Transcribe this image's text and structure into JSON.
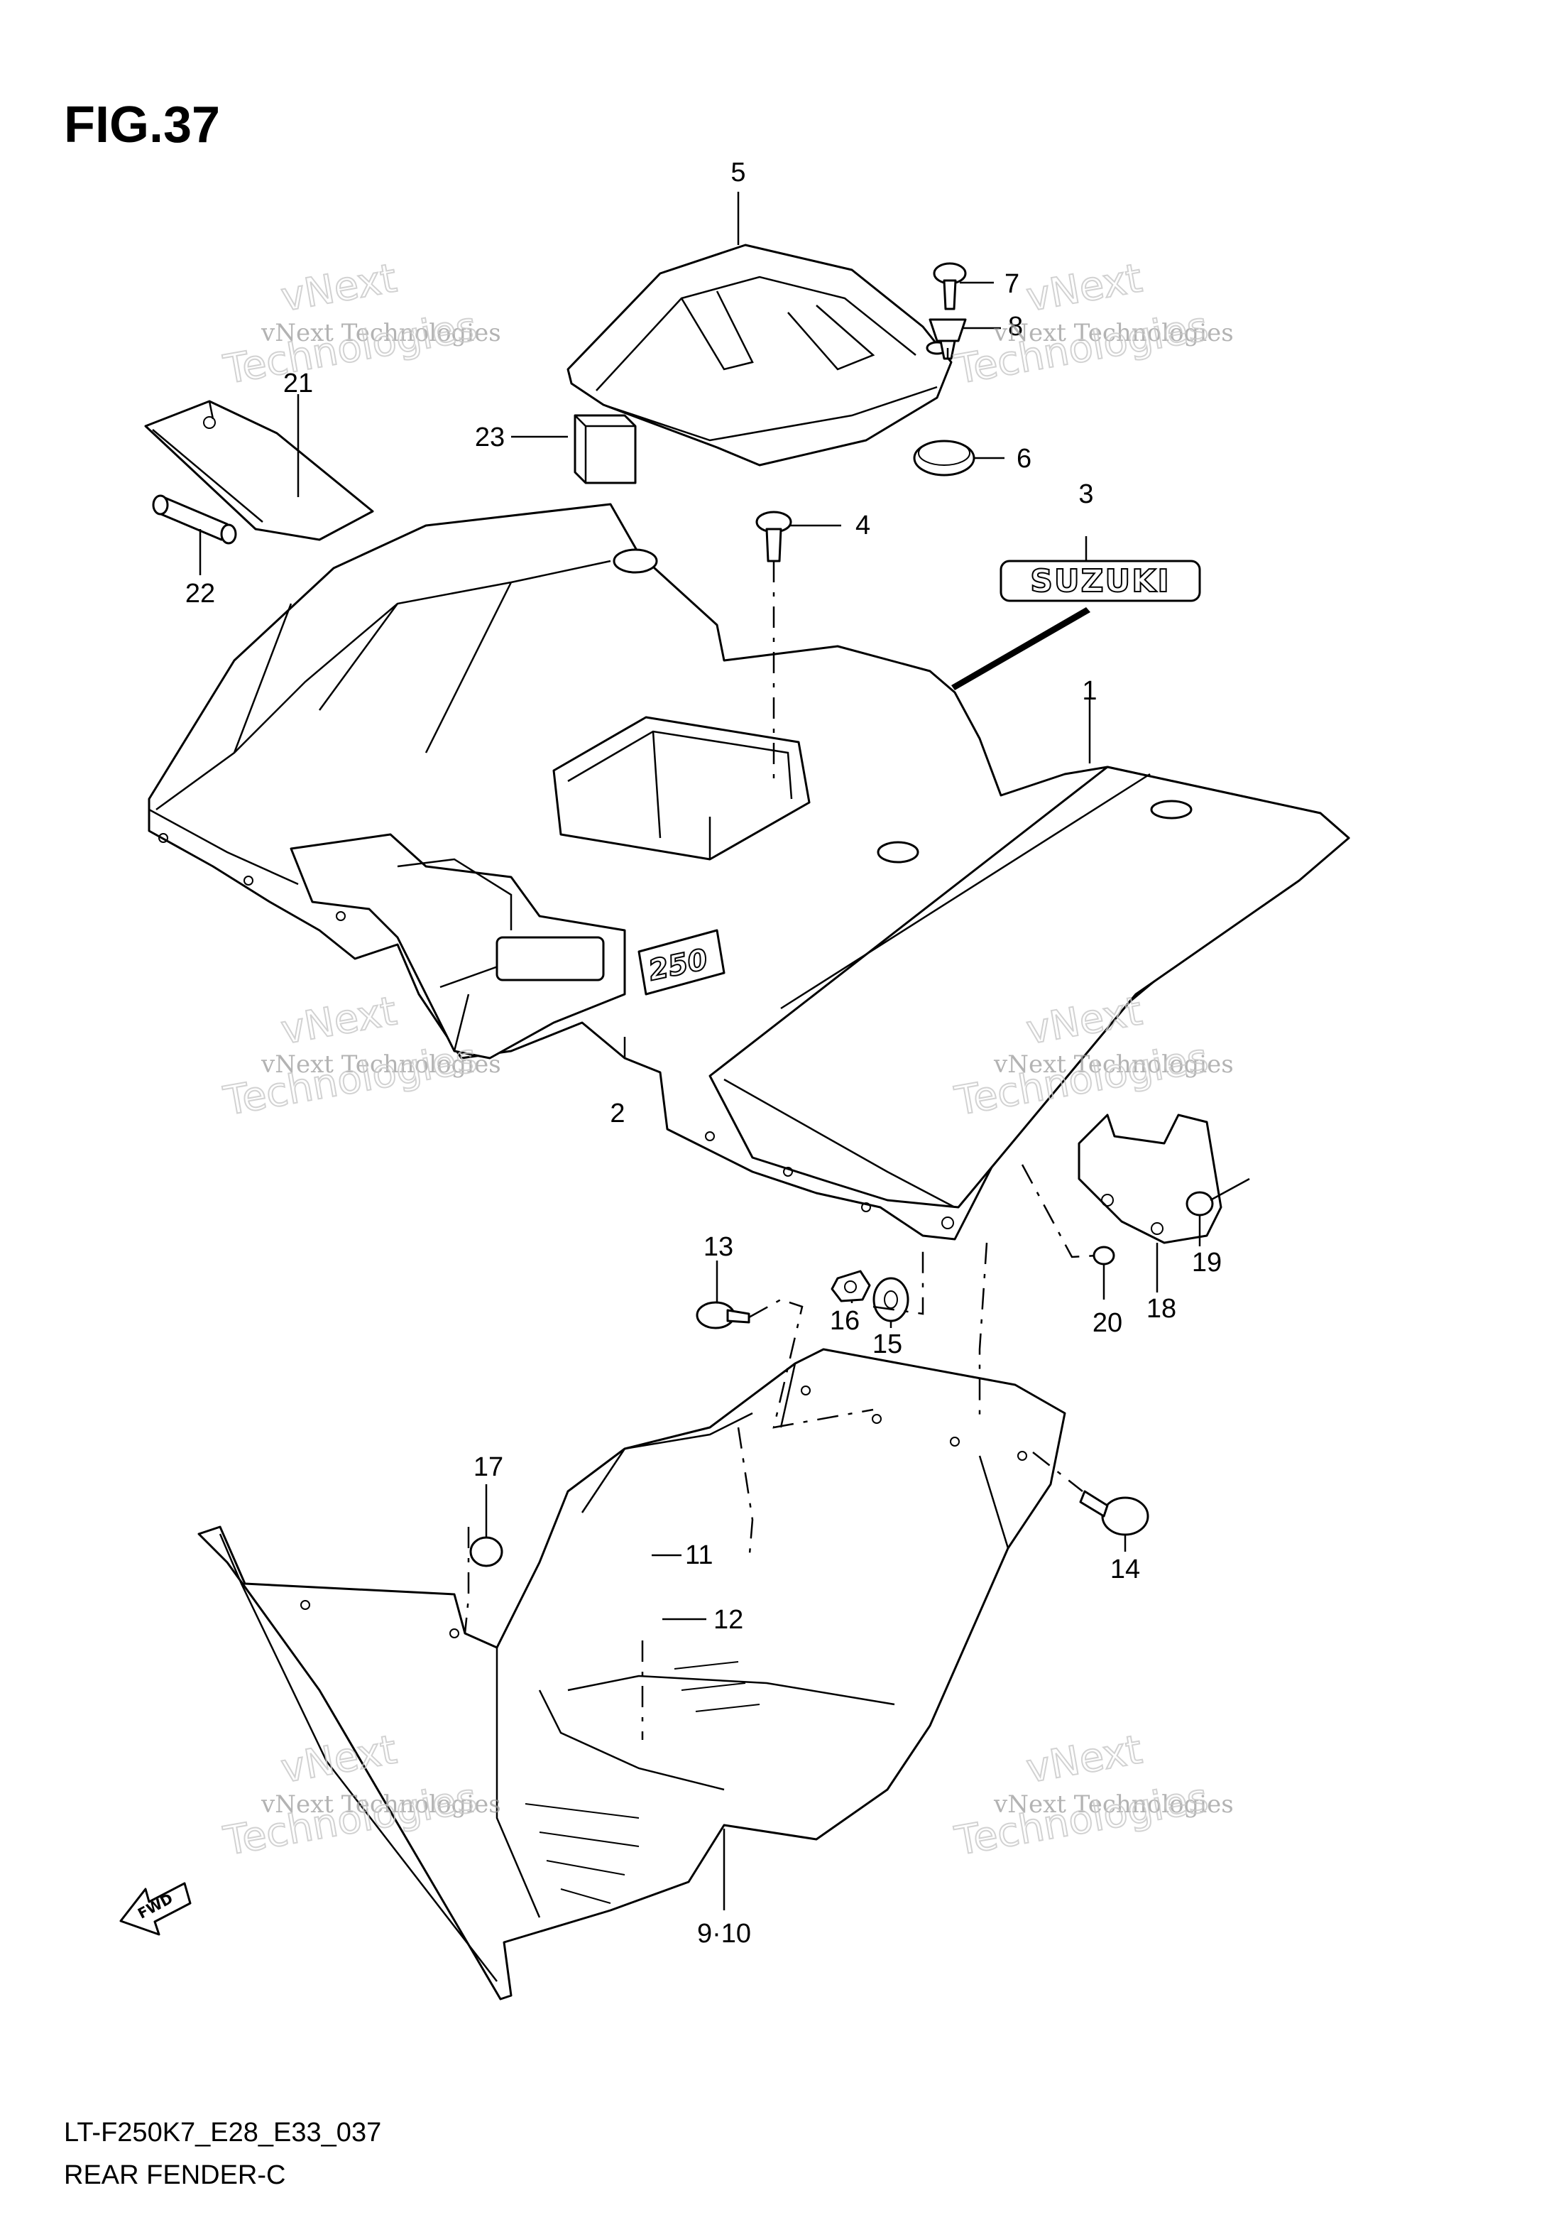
{
  "figure": {
    "title": "FIG.37",
    "model_code": "LT-F250K7_E28_E33_037",
    "section_name": "REAR FENDER-C"
  },
  "brand_badge": "SUZUKI",
  "watermark": {
    "line1": "vNext Technologies",
    "line2": "Technologies",
    "overlay": "vNext"
  },
  "callouts": [
    "5",
    "7",
    "8",
    "21",
    "23",
    "6",
    "4",
    "3",
    "22",
    "1",
    "2",
    "13",
    "16",
    "15",
    "20",
    "18",
    "19",
    "17",
    "14",
    "11",
    "12",
    "9·10"
  ],
  "colors": {
    "ink": "#000000",
    "paper": "#ffffff",
    "watermark": "#9a9a9a"
  }
}
